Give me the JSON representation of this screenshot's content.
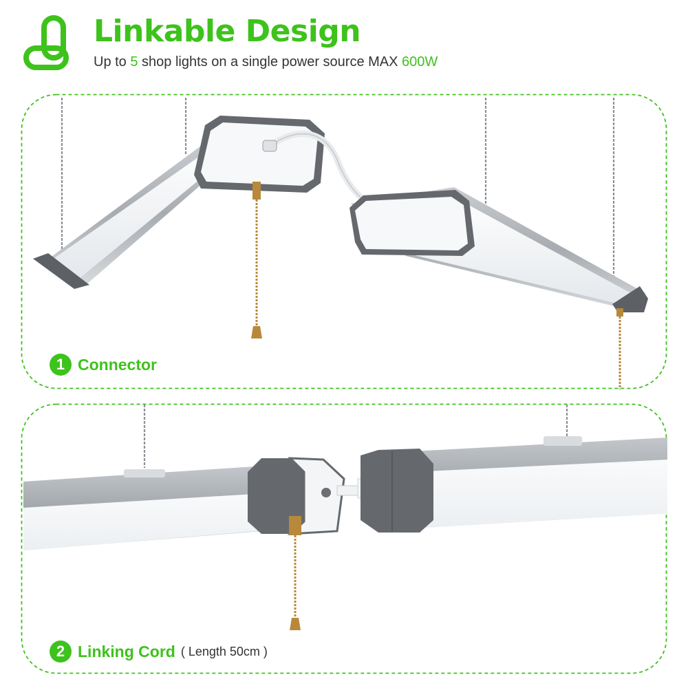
{
  "header": {
    "title": "Linkable Design",
    "subtitle_before": "Up to ",
    "subtitle_count": "5",
    "subtitle_middle": " shop lights on a single power source MAX ",
    "subtitle_watt": "600W"
  },
  "panels": [
    {
      "number": "1",
      "label": "Connector"
    },
    {
      "number": "2",
      "label": "Linking Cord",
      "note": "( Length 50cm )"
    }
  ],
  "icons": [
    "chain-link-icon",
    "chain-icon",
    "pull-chain-icon",
    "linking-cord-icon",
    "connector-plug-icon"
  ],
  "colors": {
    "accent": "#3ec21c",
    "text": "#333333",
    "housing": "#6b6e72",
    "diffuser": "#f4f6f8"
  }
}
